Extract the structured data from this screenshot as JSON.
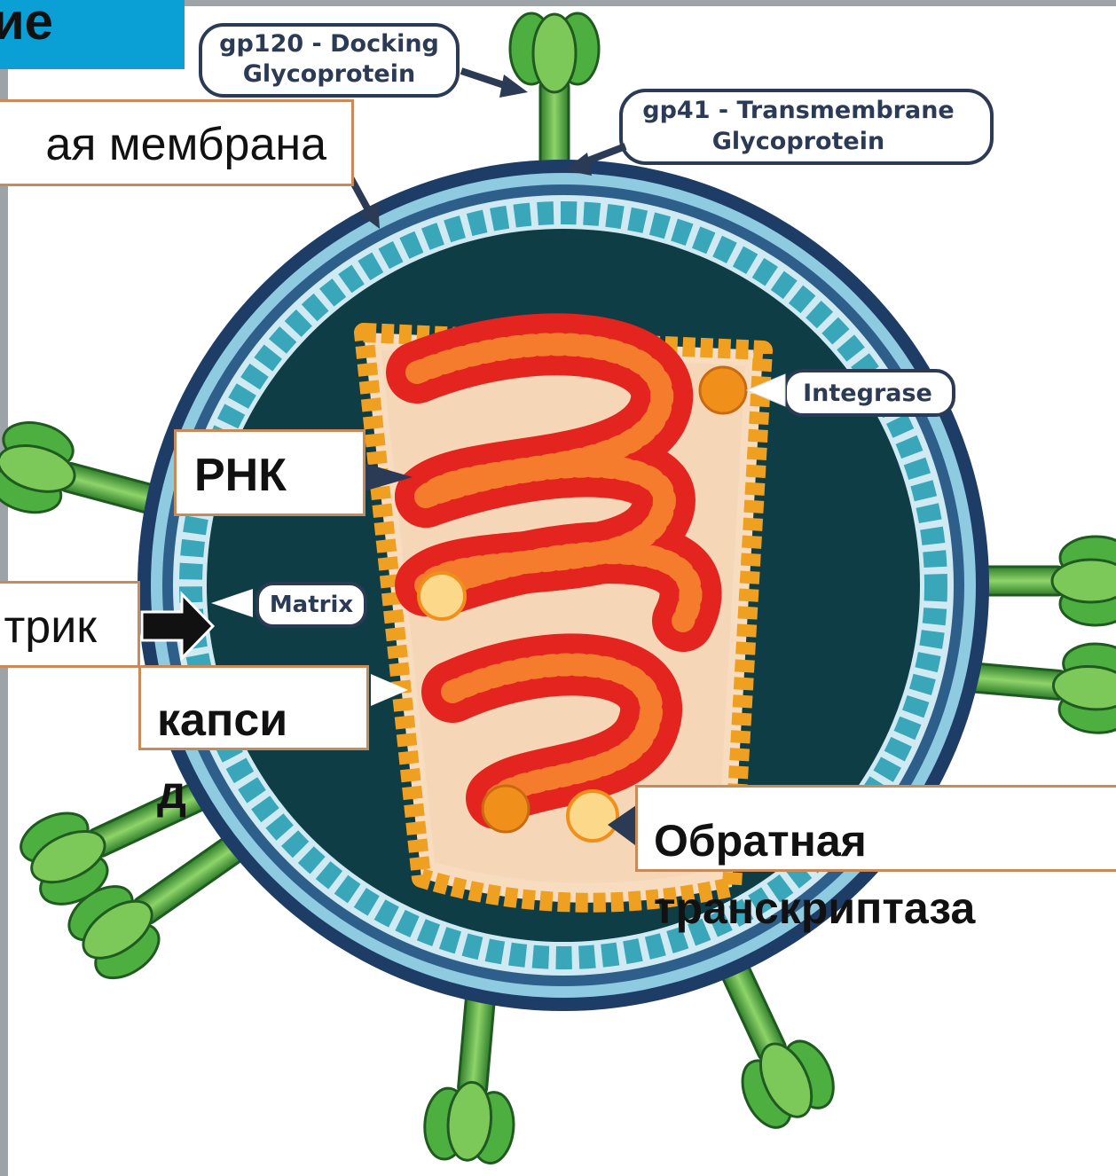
{
  "slide": {
    "title_fragment": "ие",
    "colors": {
      "title_bg": "#0aa0d6",
      "frame": "#9ea3a8",
      "membrane_dark": "#1d3c66",
      "membrane_light": "#8fcbe0",
      "matrix_beads": "#3aa6b9",
      "core_fill": "#0f3d45",
      "capsid_orange": "#f0a020",
      "rna_red": "#e3241f",
      "spike_green": "#4caf3f",
      "label_border": "#c98a5a"
    }
  },
  "diagram_labels_en": {
    "gp120_line1": "gp120 - Docking",
    "gp120_line2": "Glycoprotein",
    "gp41_line1": "gp41 - Transmembrane",
    "gp41_line2": "Glycoprotein",
    "integrase": "Integrase",
    "matrix": "Matrix"
  },
  "labels_ru": {
    "membrane": "ая мембрана",
    "rna": "РНК",
    "matrix": "трик",
    "capsid": "капси\nд",
    "reverse_transcriptase": "Обратная\nтранскриптаза"
  }
}
